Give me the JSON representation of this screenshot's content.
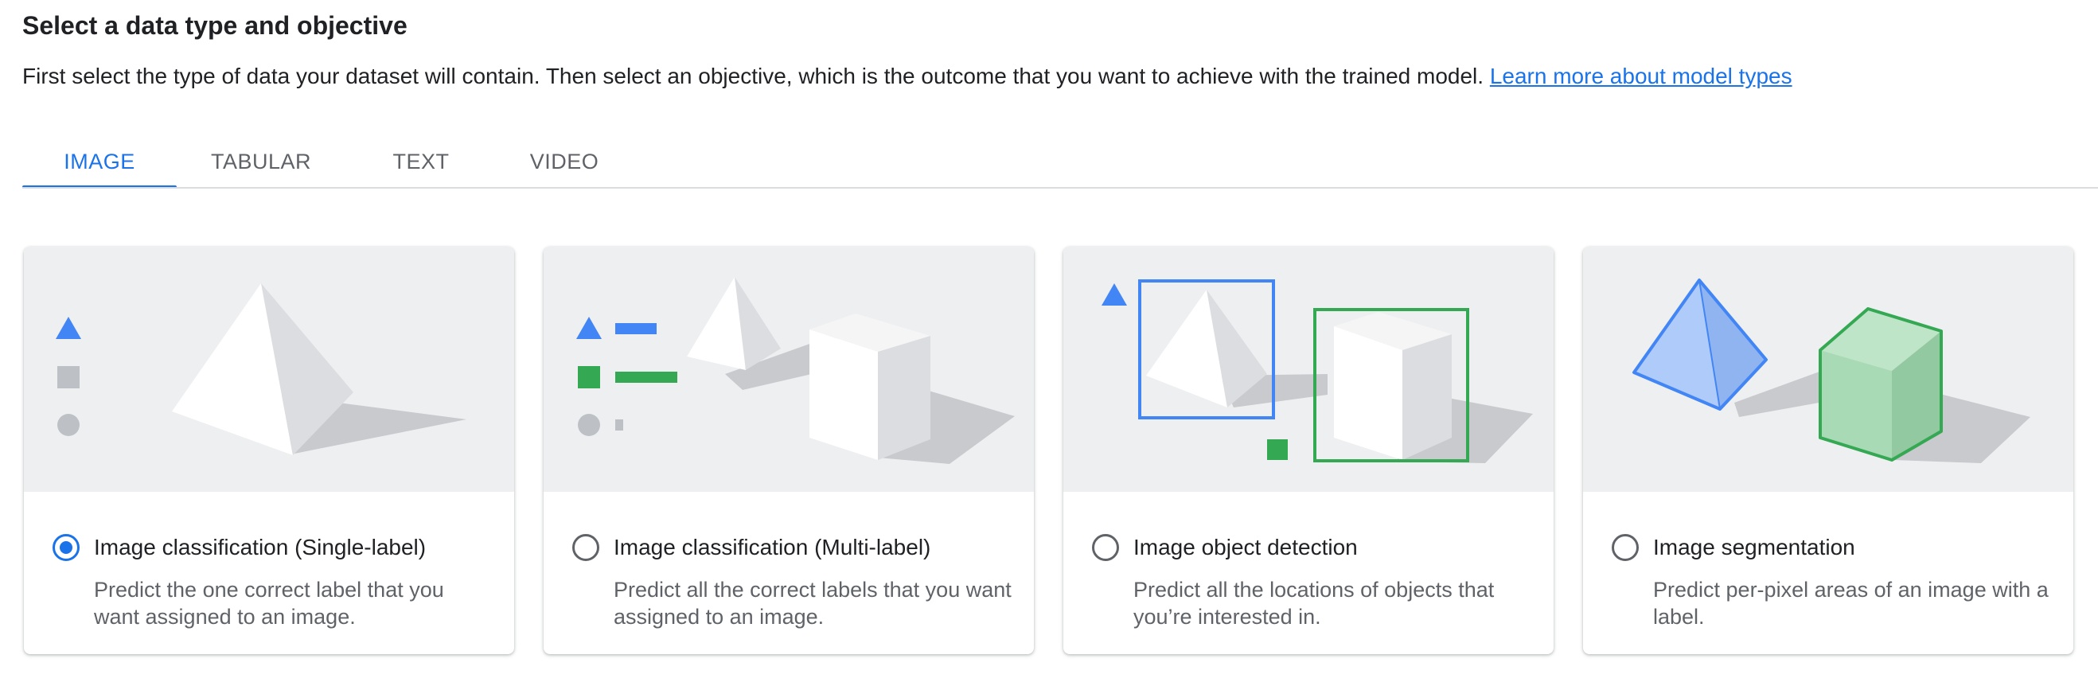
{
  "header": {
    "title": "Select a data type and objective",
    "description": "First select the type of data your dataset will contain. Then select an objective, which is the outcome that you want to achieve with the trained model.",
    "link_text": "Learn more about model types"
  },
  "tabs": [
    {
      "label": "IMAGE",
      "active": true
    },
    {
      "label": "TABULAR",
      "active": false
    },
    {
      "label": "TEXT",
      "active": false
    },
    {
      "label": "VIDEO",
      "active": false
    }
  ],
  "cards": [
    {
      "title": "Image classification (Single-label)",
      "description": "Predict the one correct label that you want assigned to an image.",
      "selected": true
    },
    {
      "title": "Image classification (Multi-label)",
      "description": "Predict all the correct labels that you want assigned to an image.",
      "selected": false
    },
    {
      "title": "Image object detection",
      "description": "Predict all the locations of objects that you’re interested in.",
      "selected": false
    },
    {
      "title": "Image segmentation",
      "description": "Predict per-pixel areas of an image with a label.",
      "selected": false
    }
  ],
  "colors": {
    "accent": "#1a73e8",
    "green": "#34a853",
    "gray": "#bdc1c6",
    "art_background": "#eeeff1"
  }
}
